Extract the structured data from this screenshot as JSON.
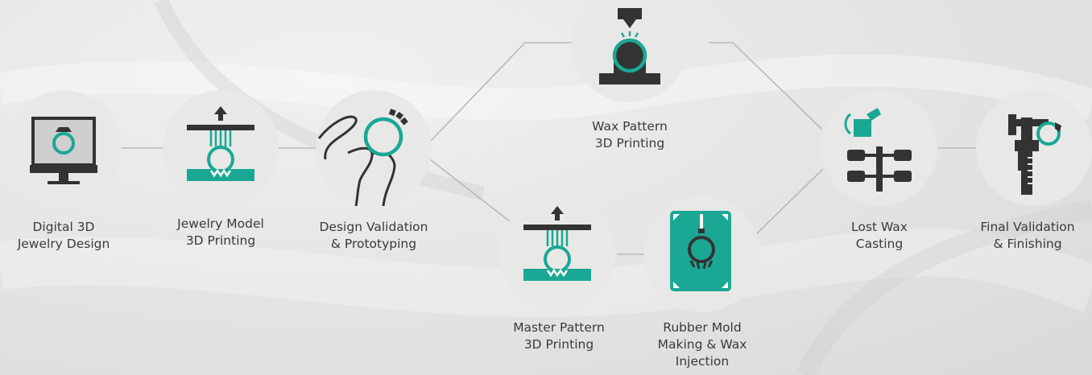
{
  "colors": {
    "accent": "#1aa895",
    "dark": "#333333",
    "line": "#b9b9b7",
    "circle": "#e8e8e7"
  },
  "steps": [
    {
      "id": "design",
      "icon": "monitor-ring-icon",
      "lines": [
        "Digital 3D",
        "Jewelry Design"
      ]
    },
    {
      "id": "model_print",
      "icon": "3d-printer-ring-icon",
      "lines": [
        "Jewelry Model",
        "3D Printing"
      ]
    },
    {
      "id": "validation",
      "icon": "hand-holding-ring-icon",
      "lines": [
        "Design Validation",
        "& Prototyping"
      ]
    },
    {
      "id": "wax_print",
      "icon": "wax-printer-ring-icon",
      "lines": [
        "Wax Pattern",
        "3D Printing"
      ]
    },
    {
      "id": "master_print",
      "icon": "3d-printer-ring-icon",
      "lines": [
        "Master Pattern",
        "3D Printing"
      ]
    },
    {
      "id": "rubber_mold",
      "icon": "rubber-mold-icon",
      "lines": [
        "Rubber Mold",
        "Making & Wax",
        "Injection"
      ]
    },
    {
      "id": "casting",
      "icon": "casting-tree-icon",
      "lines": [
        "Lost Wax",
        "Casting"
      ]
    },
    {
      "id": "finishing",
      "icon": "caliper-ring-icon",
      "lines": [
        "Final Validation",
        "& Finishing"
      ]
    }
  ]
}
